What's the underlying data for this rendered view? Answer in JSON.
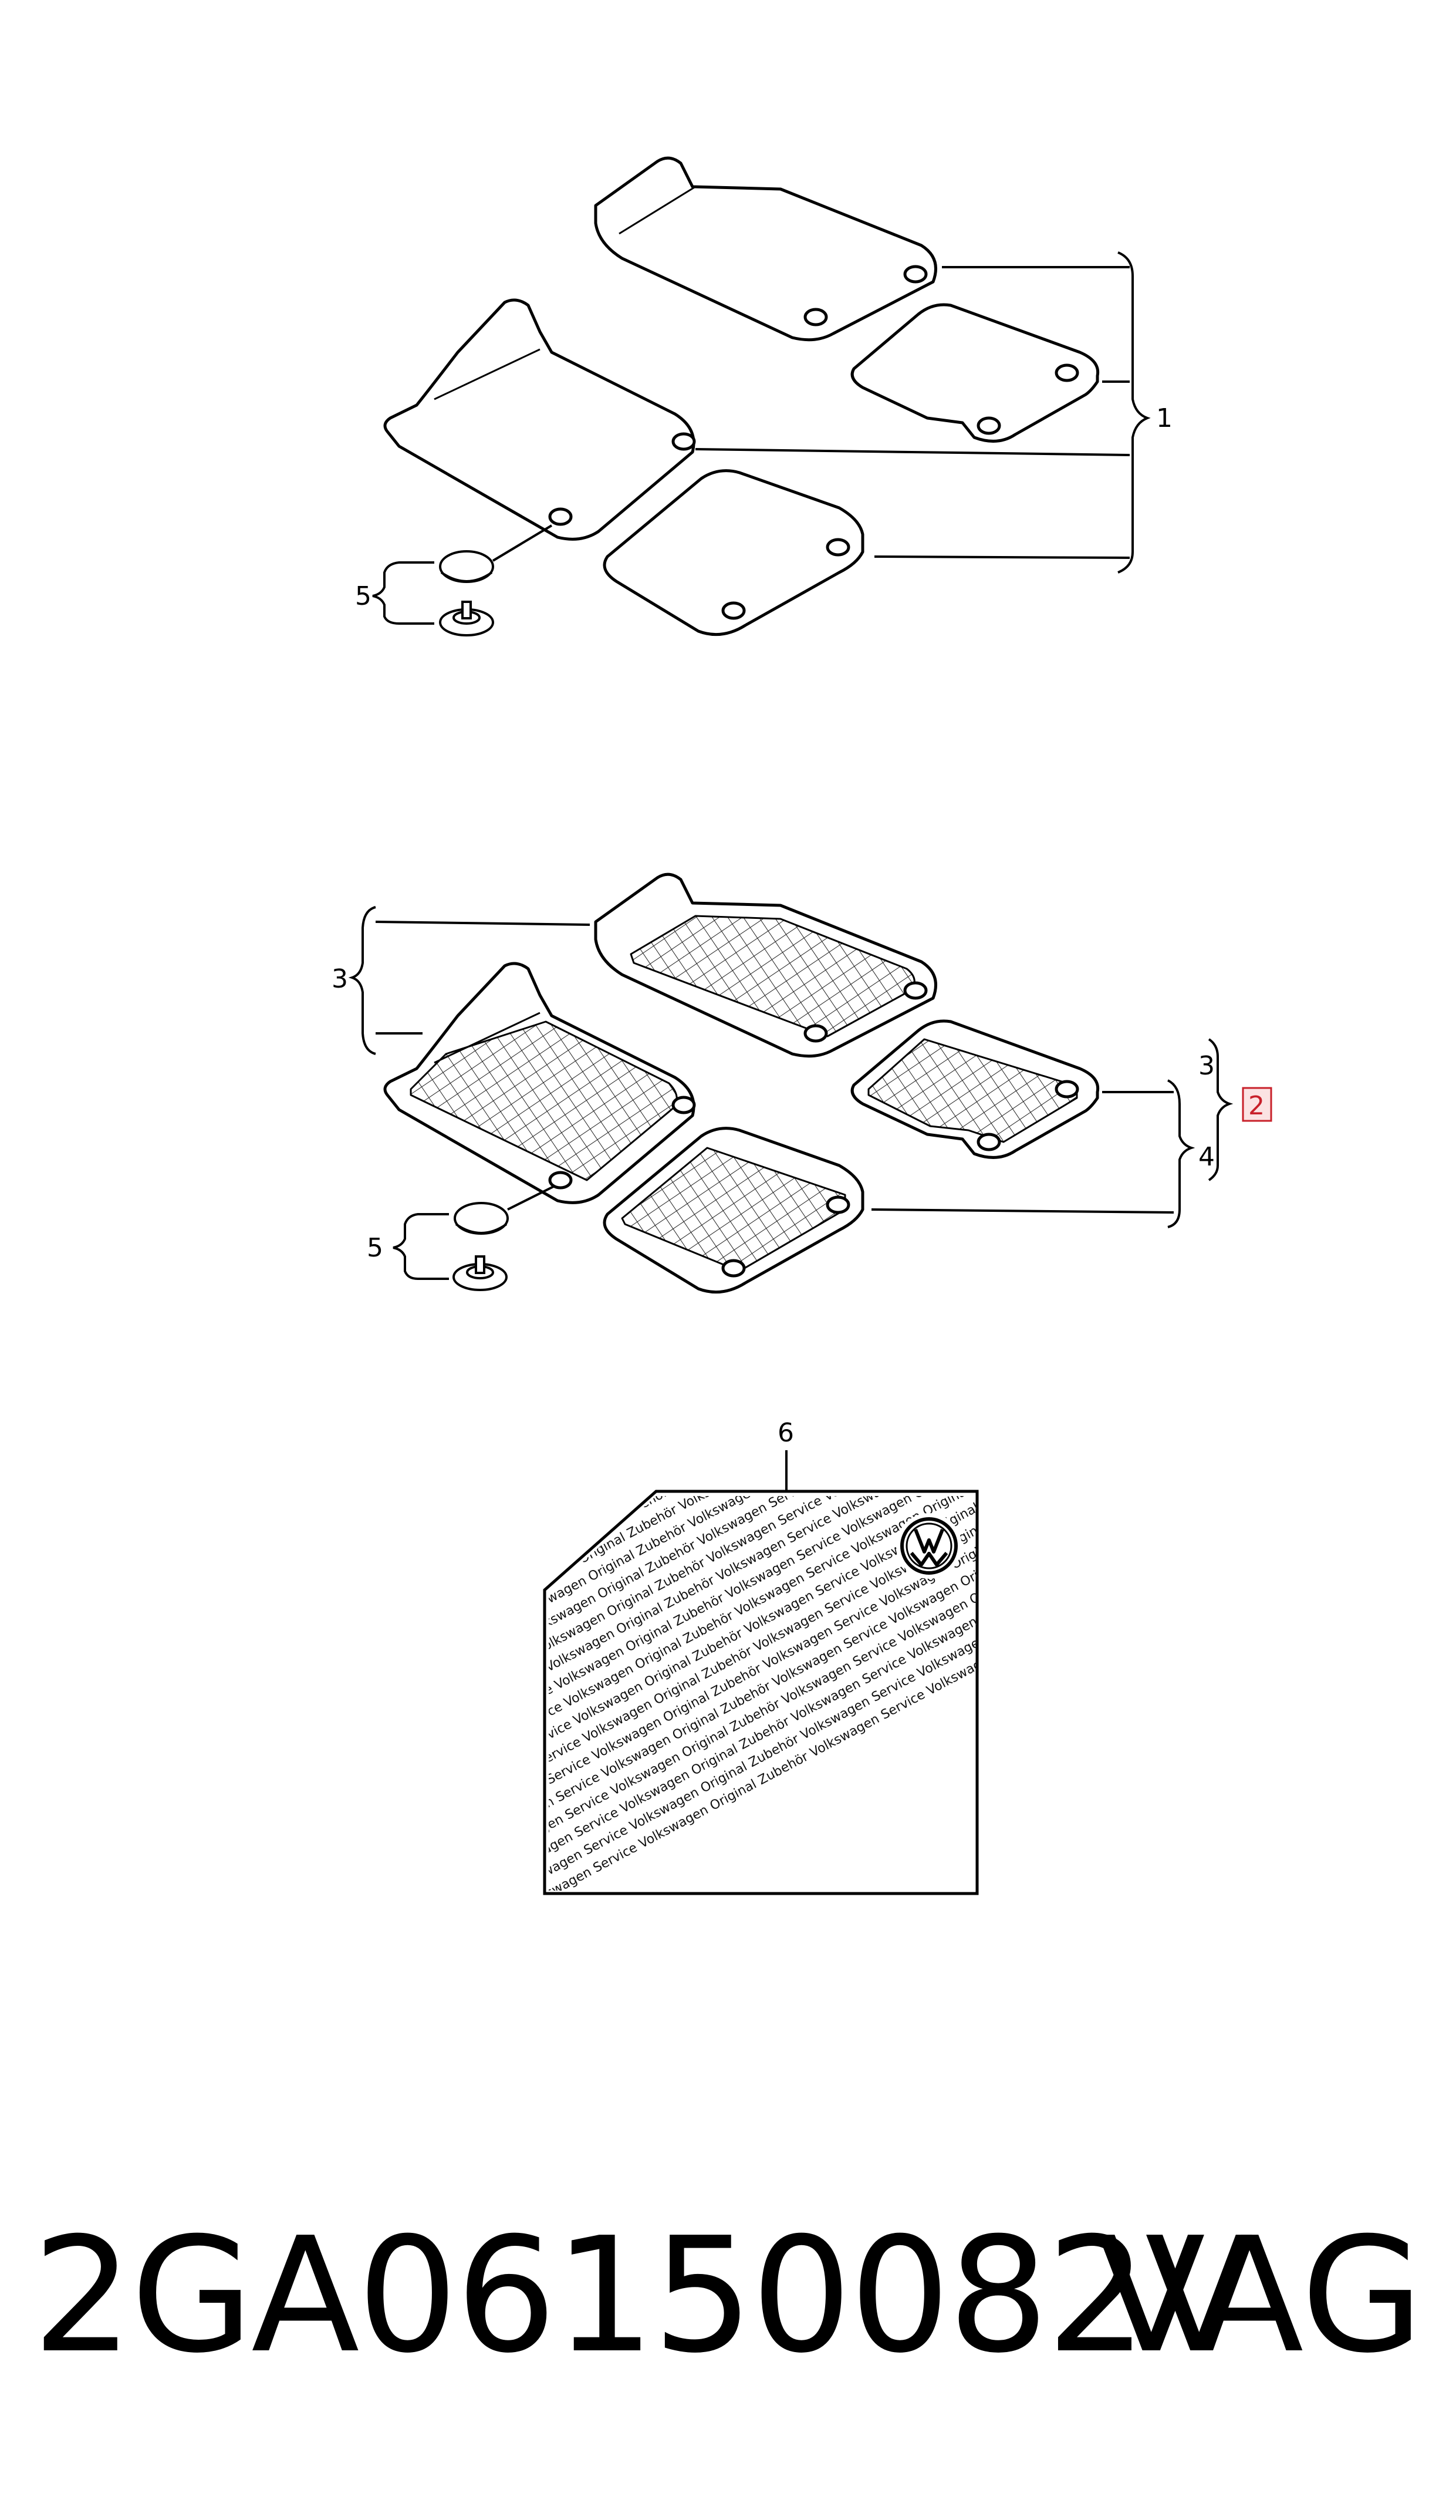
{
  "callouts": {
    "item1": "1",
    "item2": "2",
    "item3_left": "3",
    "item3_right": "3",
    "item4": "4",
    "item5_top": "5",
    "item5_bottom": "5",
    "item6": "6"
  },
  "sheet": {
    "text_line": "Volkswagen Service Volkswagen Original Zubehör Volkswagen Service Volkswagen Original Zubehör"
  },
  "footer": {
    "part_number": "2GA06150082V",
    "brand": "VAG"
  },
  "colors": {
    "line": "#000000",
    "highlight": "#c8202a",
    "highlight_fill": "#fbe3e3"
  },
  "icons": {
    "logo": "vw-logo-icon"
  }
}
